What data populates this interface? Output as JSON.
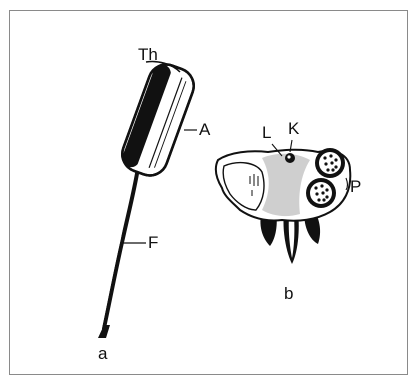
{
  "figure": {
    "labels": {
      "th": "Th",
      "a_cap": "A",
      "f": "F",
      "l": "L",
      "k": "K",
      "p": "P",
      "panel_a": "a",
      "panel_b": "b"
    }
  }
}
